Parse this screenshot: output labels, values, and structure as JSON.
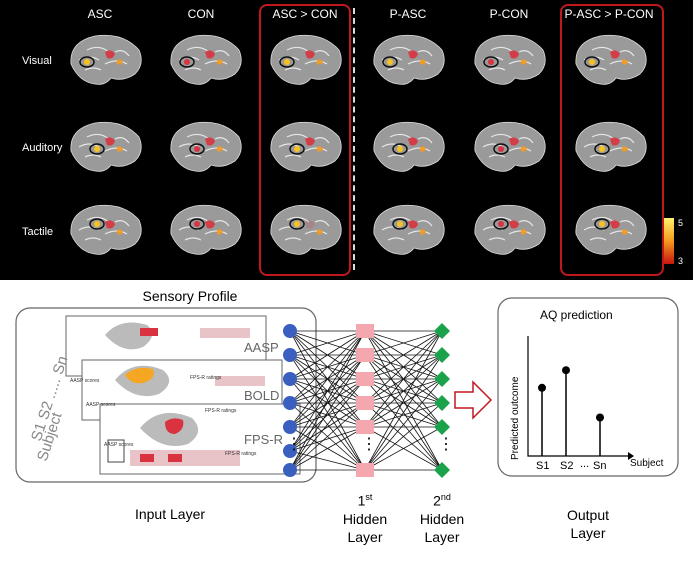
{
  "top": {
    "columns": [
      "ASC",
      "CON",
      "ASC > CON",
      "P-ASC",
      "P-CON",
      "P-ASC > P-CON"
    ],
    "rows": [
      "Visual",
      "Auditory",
      "Tactile"
    ],
    "colorbar": {
      "max": "5",
      "min": "3"
    }
  },
  "bottom": {
    "sensory_profile": "Sensory Profile",
    "subject_label": "Subject",
    "subject_seq": "S1 S2 ..... Sn",
    "card_texts": {
      "aasp": "AASP scores",
      "fps": "FPS-R ratings"
    },
    "input_labels": [
      "AASP",
      "BOLD",
      "FPS-R"
    ],
    "ellipsis": "⋮",
    "input_layer": "Input Layer",
    "hidden1": {
      "ord": "1",
      "sup": "st",
      "l1": "Hidden",
      "l2": "Layer"
    },
    "hidden2": {
      "ord": "2",
      "sup": "nd",
      "l1": "Hidden",
      "l2": "Layer"
    },
    "output": {
      "title": "AQ prediction",
      "ylabel": "Predicted outcome",
      "xlabel": "Subject",
      "ticks": [
        "S1",
        "S2",
        "...",
        "Sn"
      ],
      "l1": "Output",
      "l2": "Layer"
    },
    "colors": {
      "input_node": "#3a5fbf",
      "hidden1_node": "#f4a7ae",
      "hidden2_node": "#1aa34a",
      "arrow": "#c0181f"
    }
  },
  "chart_data": {
    "type": "bar",
    "categories": [
      "S1",
      "S2",
      "Sn"
    ],
    "values": [
      0.62,
      0.78,
      0.35
    ],
    "title": "AQ prediction",
    "xlabel": "Subject",
    "ylabel": "Predicted outcome"
  }
}
